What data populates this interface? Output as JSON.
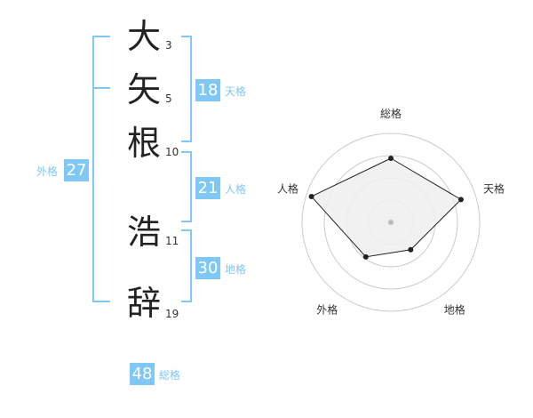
{
  "characters": [
    {
      "char": "大",
      "strokes": "3"
    },
    {
      "char": "矢",
      "strokes": "5"
    },
    {
      "char": "根",
      "strokes": "10"
    },
    {
      "char": "浩",
      "strokes": "11"
    },
    {
      "char": "辞",
      "strokes": "19"
    }
  ],
  "fortunes": {
    "tenkaku": {
      "value": "18",
      "label": "天格"
    },
    "jinkaku": {
      "value": "21",
      "label": "人格"
    },
    "chikaku": {
      "value": "30",
      "label": "地格"
    },
    "gaikaku": {
      "value": "27",
      "label": "外格"
    },
    "soukaku": {
      "value": "48",
      "label": "総格"
    }
  },
  "chart_data": {
    "type": "radar",
    "axes": [
      "総格",
      "天格",
      "地格",
      "外格",
      "人格"
    ],
    "values": [
      0.72,
      0.83,
      0.38,
      0.48,
      0.94
    ],
    "max": 1.0,
    "rings": 4,
    "colors": {
      "line": "#222222",
      "fill": "#eeeeee",
      "ring": "#cccccc",
      "accent": "#7fc8f5"
    }
  }
}
